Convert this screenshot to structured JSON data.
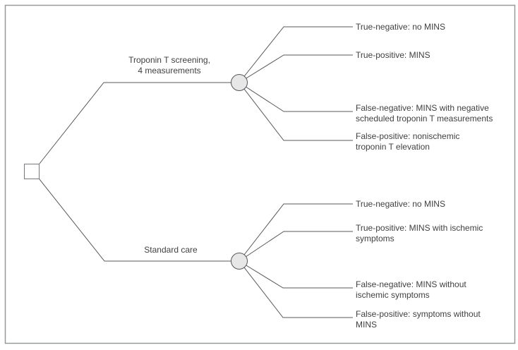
{
  "diagram": {
    "kind": "decision-tree",
    "nodes": {
      "root_icon": "decision-square-node",
      "chance_icon": "chance-circle-node"
    },
    "strategies": [
      {
        "name": "Troponin T screening,\n4 measurements",
        "outcomes": [
          "True-negative: no MINS",
          "True-positive: MINS",
          "False-negative: MINS with negative\nscheduled troponin T measurements",
          "False-positive: nonischemic\ntroponin T elevation"
        ]
      },
      {
        "name": "Standard care",
        "outcomes": [
          "True-negative: no MINS",
          "True-positive: MINS with ischemic\nsymptoms",
          "False-negative: MINS without\nischemic symptoms",
          "False-positive: symptoms without\nMINS"
        ]
      }
    ],
    "colors": {
      "line": "#58595b",
      "text": "#414042",
      "node_fill": "#e7e7e8",
      "node_stroke": "#555659",
      "frame_border": "#97999b",
      "background": "#ffffff"
    }
  }
}
